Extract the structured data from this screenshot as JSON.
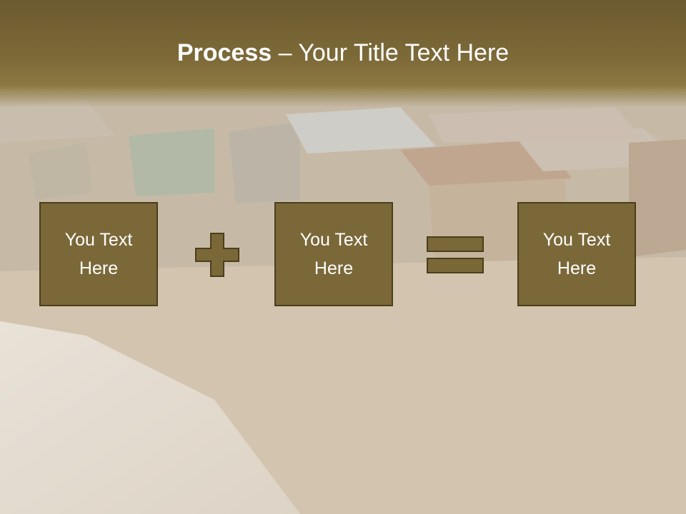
{
  "slide": {
    "title_bold": "Process",
    "title_rest": " – Your Title Text Here",
    "boxes": [
      {
        "line1": "You Text",
        "line2": "Here"
      },
      {
        "line1": "You Text",
        "line2": "Here"
      },
      {
        "line1": "You Text",
        "line2": "Here"
      }
    ],
    "operators": [
      "plus-icon",
      "equals-icon"
    ],
    "colors": {
      "box_fill": "#7a6838",
      "box_border": "#4a3e1c",
      "title_band": "#7d6a38",
      "text": "#ffffff"
    }
  }
}
